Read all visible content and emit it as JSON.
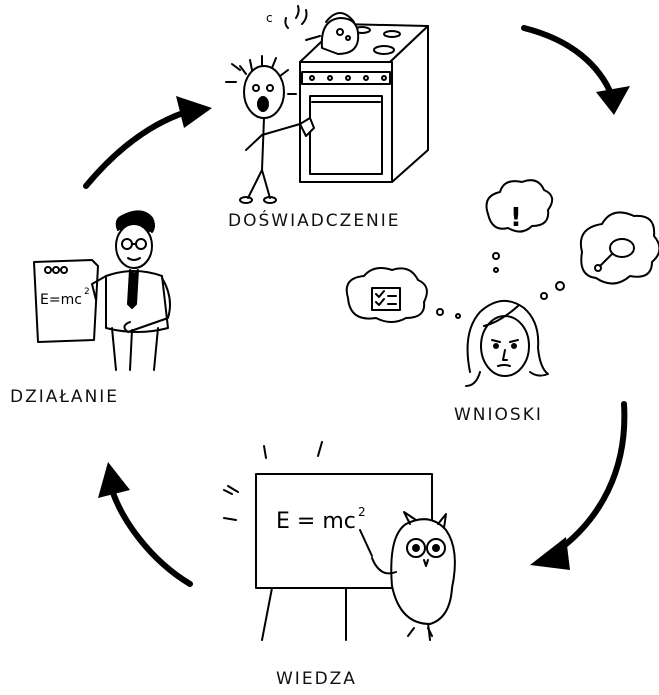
{
  "stages": [
    {
      "id": "experience",
      "label": "DOŚWIADCZENIE",
      "icon": "stove-experiment-icon"
    },
    {
      "id": "conclusions",
      "label": "WNIOSKI",
      "icon": "thinking-woman-icon"
    },
    {
      "id": "knowledge",
      "label": "WIEDZA",
      "icon": "teacher-owl-icon"
    },
    {
      "id": "action",
      "label": "DZIAŁANIE",
      "icon": "presenter-man-icon"
    }
  ],
  "formulas": {
    "board": "E = mc",
    "board_exp": "2",
    "paper": "E=mc",
    "paper_exp": "2"
  },
  "thoughts": {
    "exclaim": "!"
  }
}
